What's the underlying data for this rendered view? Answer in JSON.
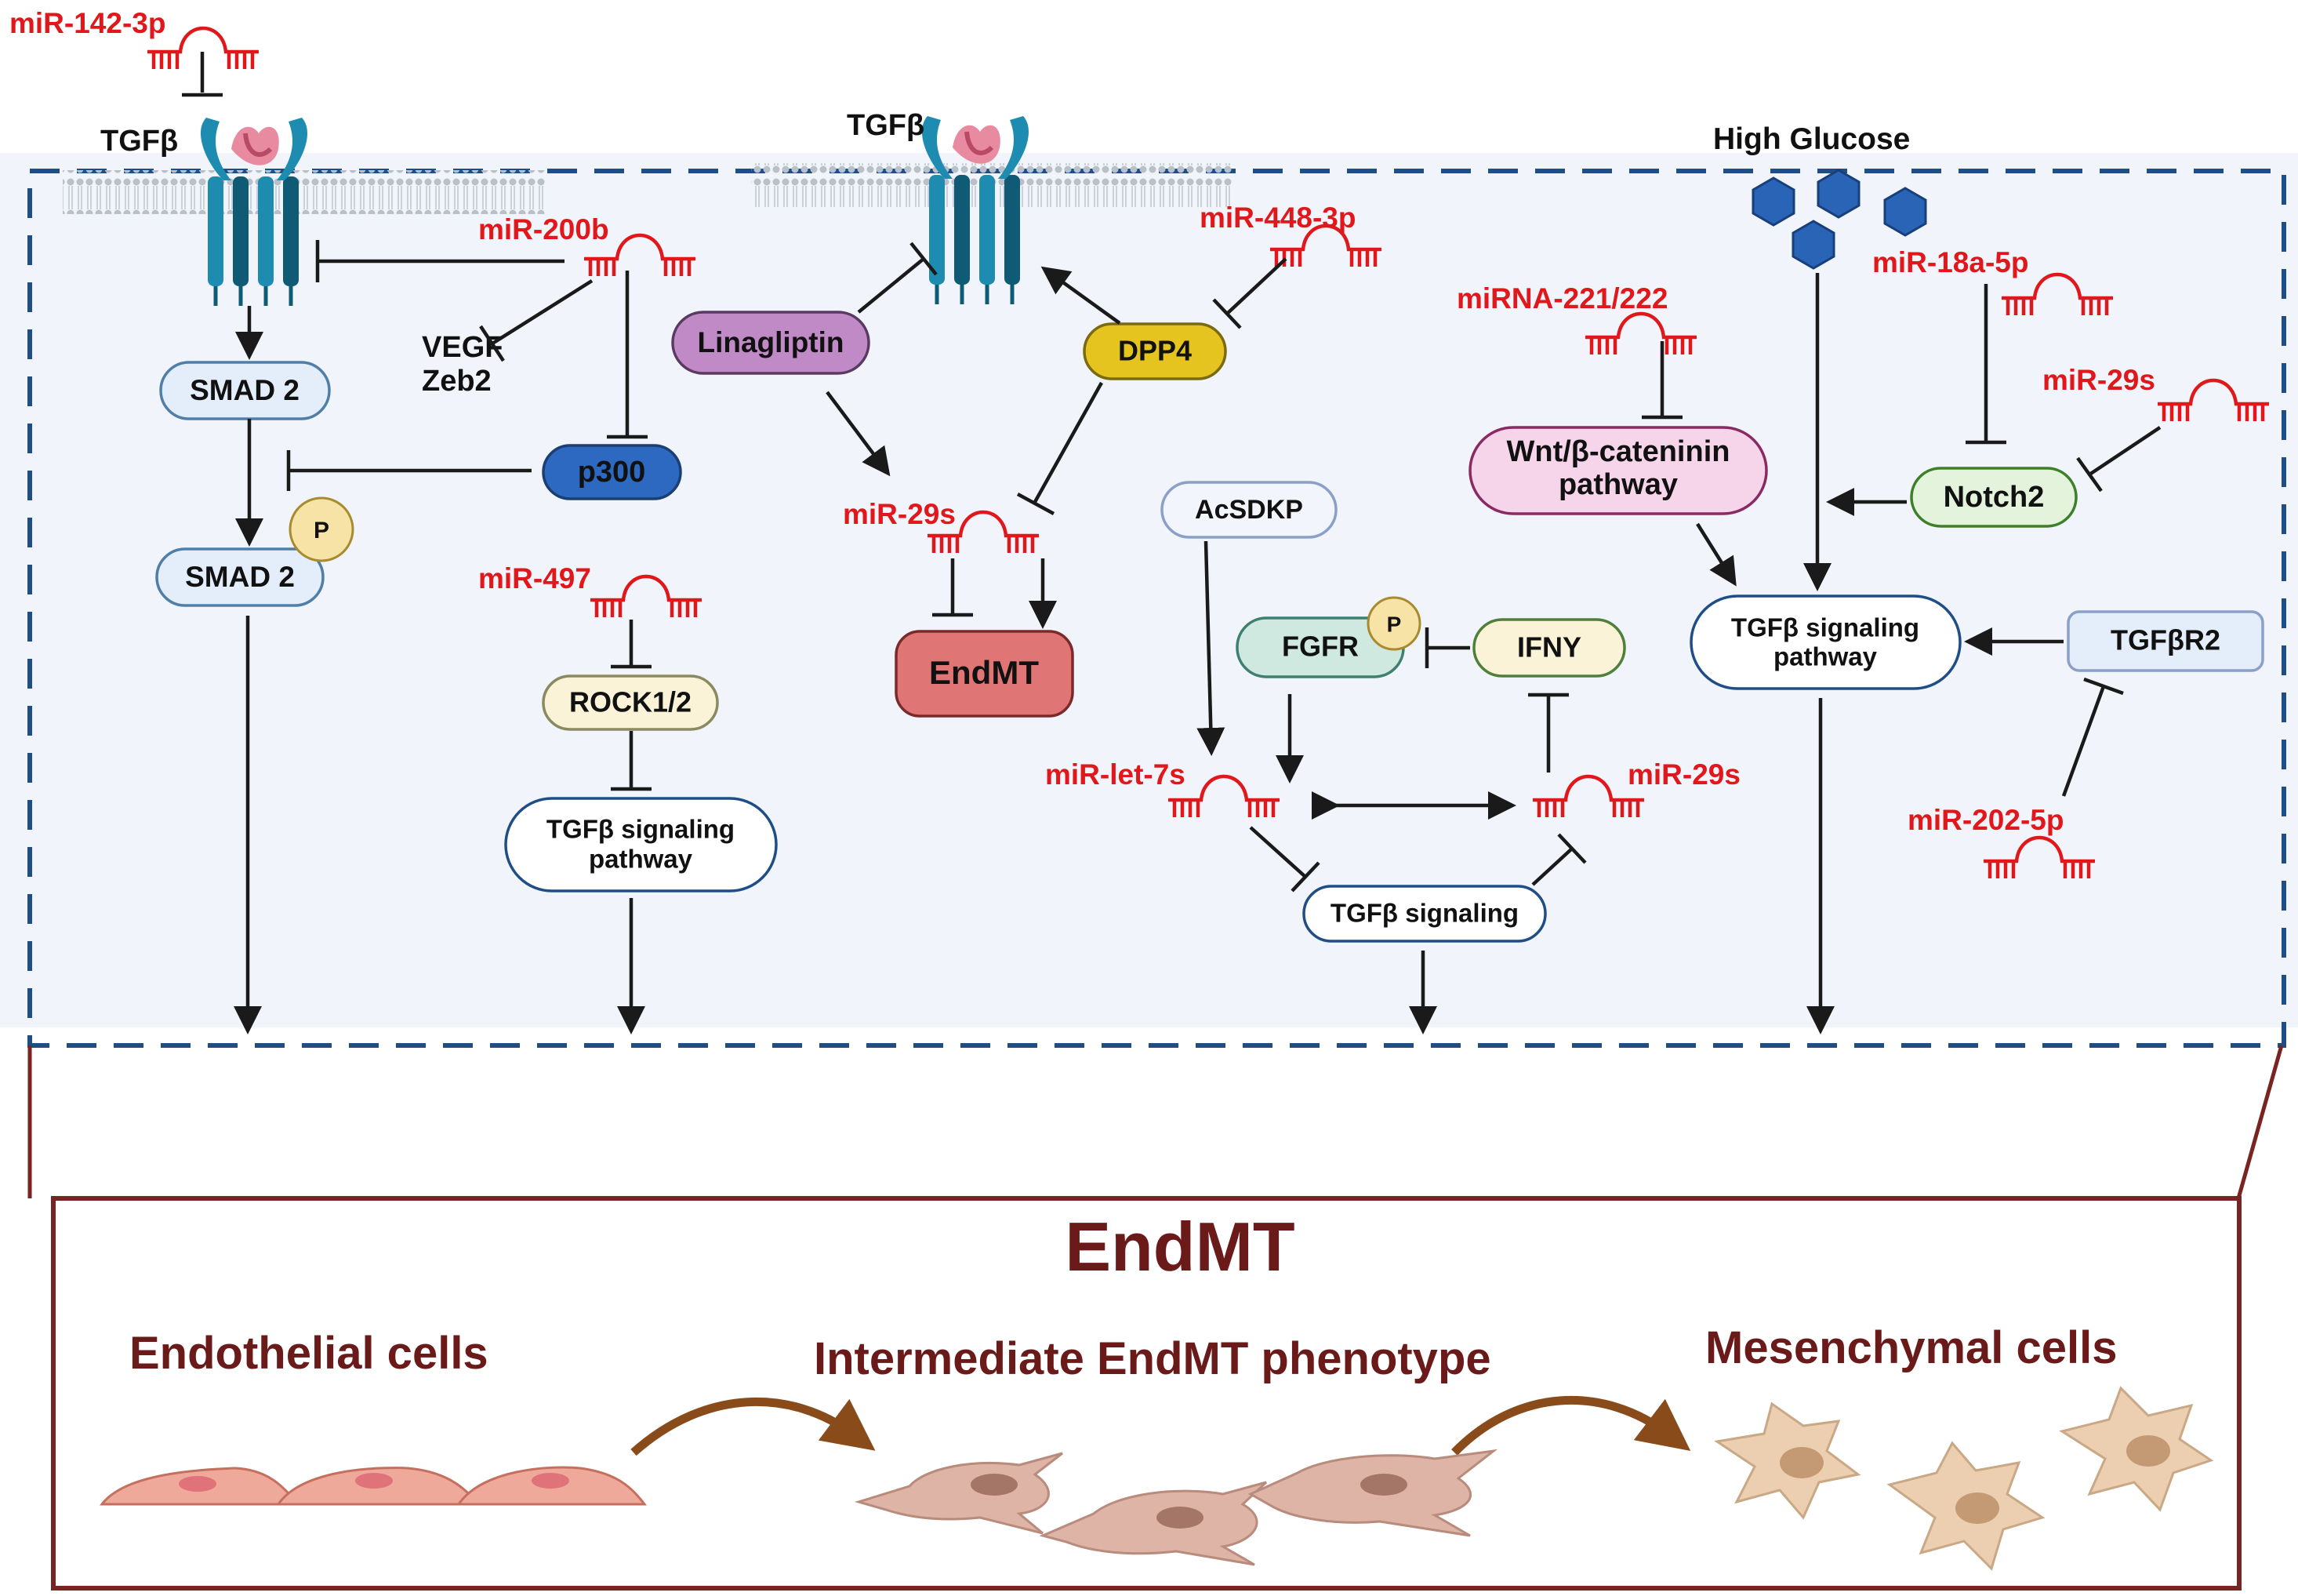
{
  "receptors": {
    "left_label": "TGFβ",
    "middle_label": "TGFβ"
  },
  "high_glucose": "High Glucose",
  "mirnas": {
    "mir142": "miR-142-3p",
    "mir200b": "miR-200b",
    "mir448": "miR-448-3p",
    "mir221": "miRNA-221/222",
    "mir18a": "miR-18a-5p",
    "mir29s_right": "miR-29s",
    "mir29s_mid": "miR-29s",
    "mir497": "miR-497",
    "mirlet7": "miR-let-7s",
    "mir29s_lower": "miR-29s",
    "mir202": "miR-202-5p"
  },
  "nodes": {
    "smad2": "SMAD 2",
    "smad2_p": "SMAD 2",
    "phospho": "P",
    "p300": "p300",
    "vegf": "VEGF",
    "zeb2": "Zeb2",
    "rock": "ROCK1/2",
    "tgfb_path_left_1": "TGFβ signaling",
    "tgfb_path_left_2": "pathway",
    "linagliptin": "Linagliptin",
    "dpp4": "DPP4",
    "endmt_node": "EndMT",
    "acsdkp": "AcSDKP",
    "fgfr": "FGFR",
    "ifny": "IFNY",
    "tgfb_signaling": "TGFβ signaling",
    "wnt_1": "Wnt/β-cateninin",
    "wnt_2": "pathway",
    "notch2": "Notch2",
    "tgfb_path_right_1": "TGFβ signaling",
    "tgfb_path_right_2": "pathway",
    "tgfbr2": "TGFβR2"
  },
  "bottom": {
    "title": "EndMT",
    "endothelial": "Endothelial cells",
    "intermediate": "Intermediate EndMT phenotype",
    "mesenchymal": "Mesenchymal cells"
  },
  "colors": {
    "mirna_red": "#e0181b",
    "dashed_blue": "#1f4e86",
    "panel_bg": "#f1f5fb",
    "endmt_brown": "#6b1a1a",
    "arrow_brown": "#8a4b1a",
    "endothelial_cell": "#efa99a",
    "intermediate_cell": "#ddb4a6",
    "mesenchymal_cell": "#ebcfb0"
  }
}
